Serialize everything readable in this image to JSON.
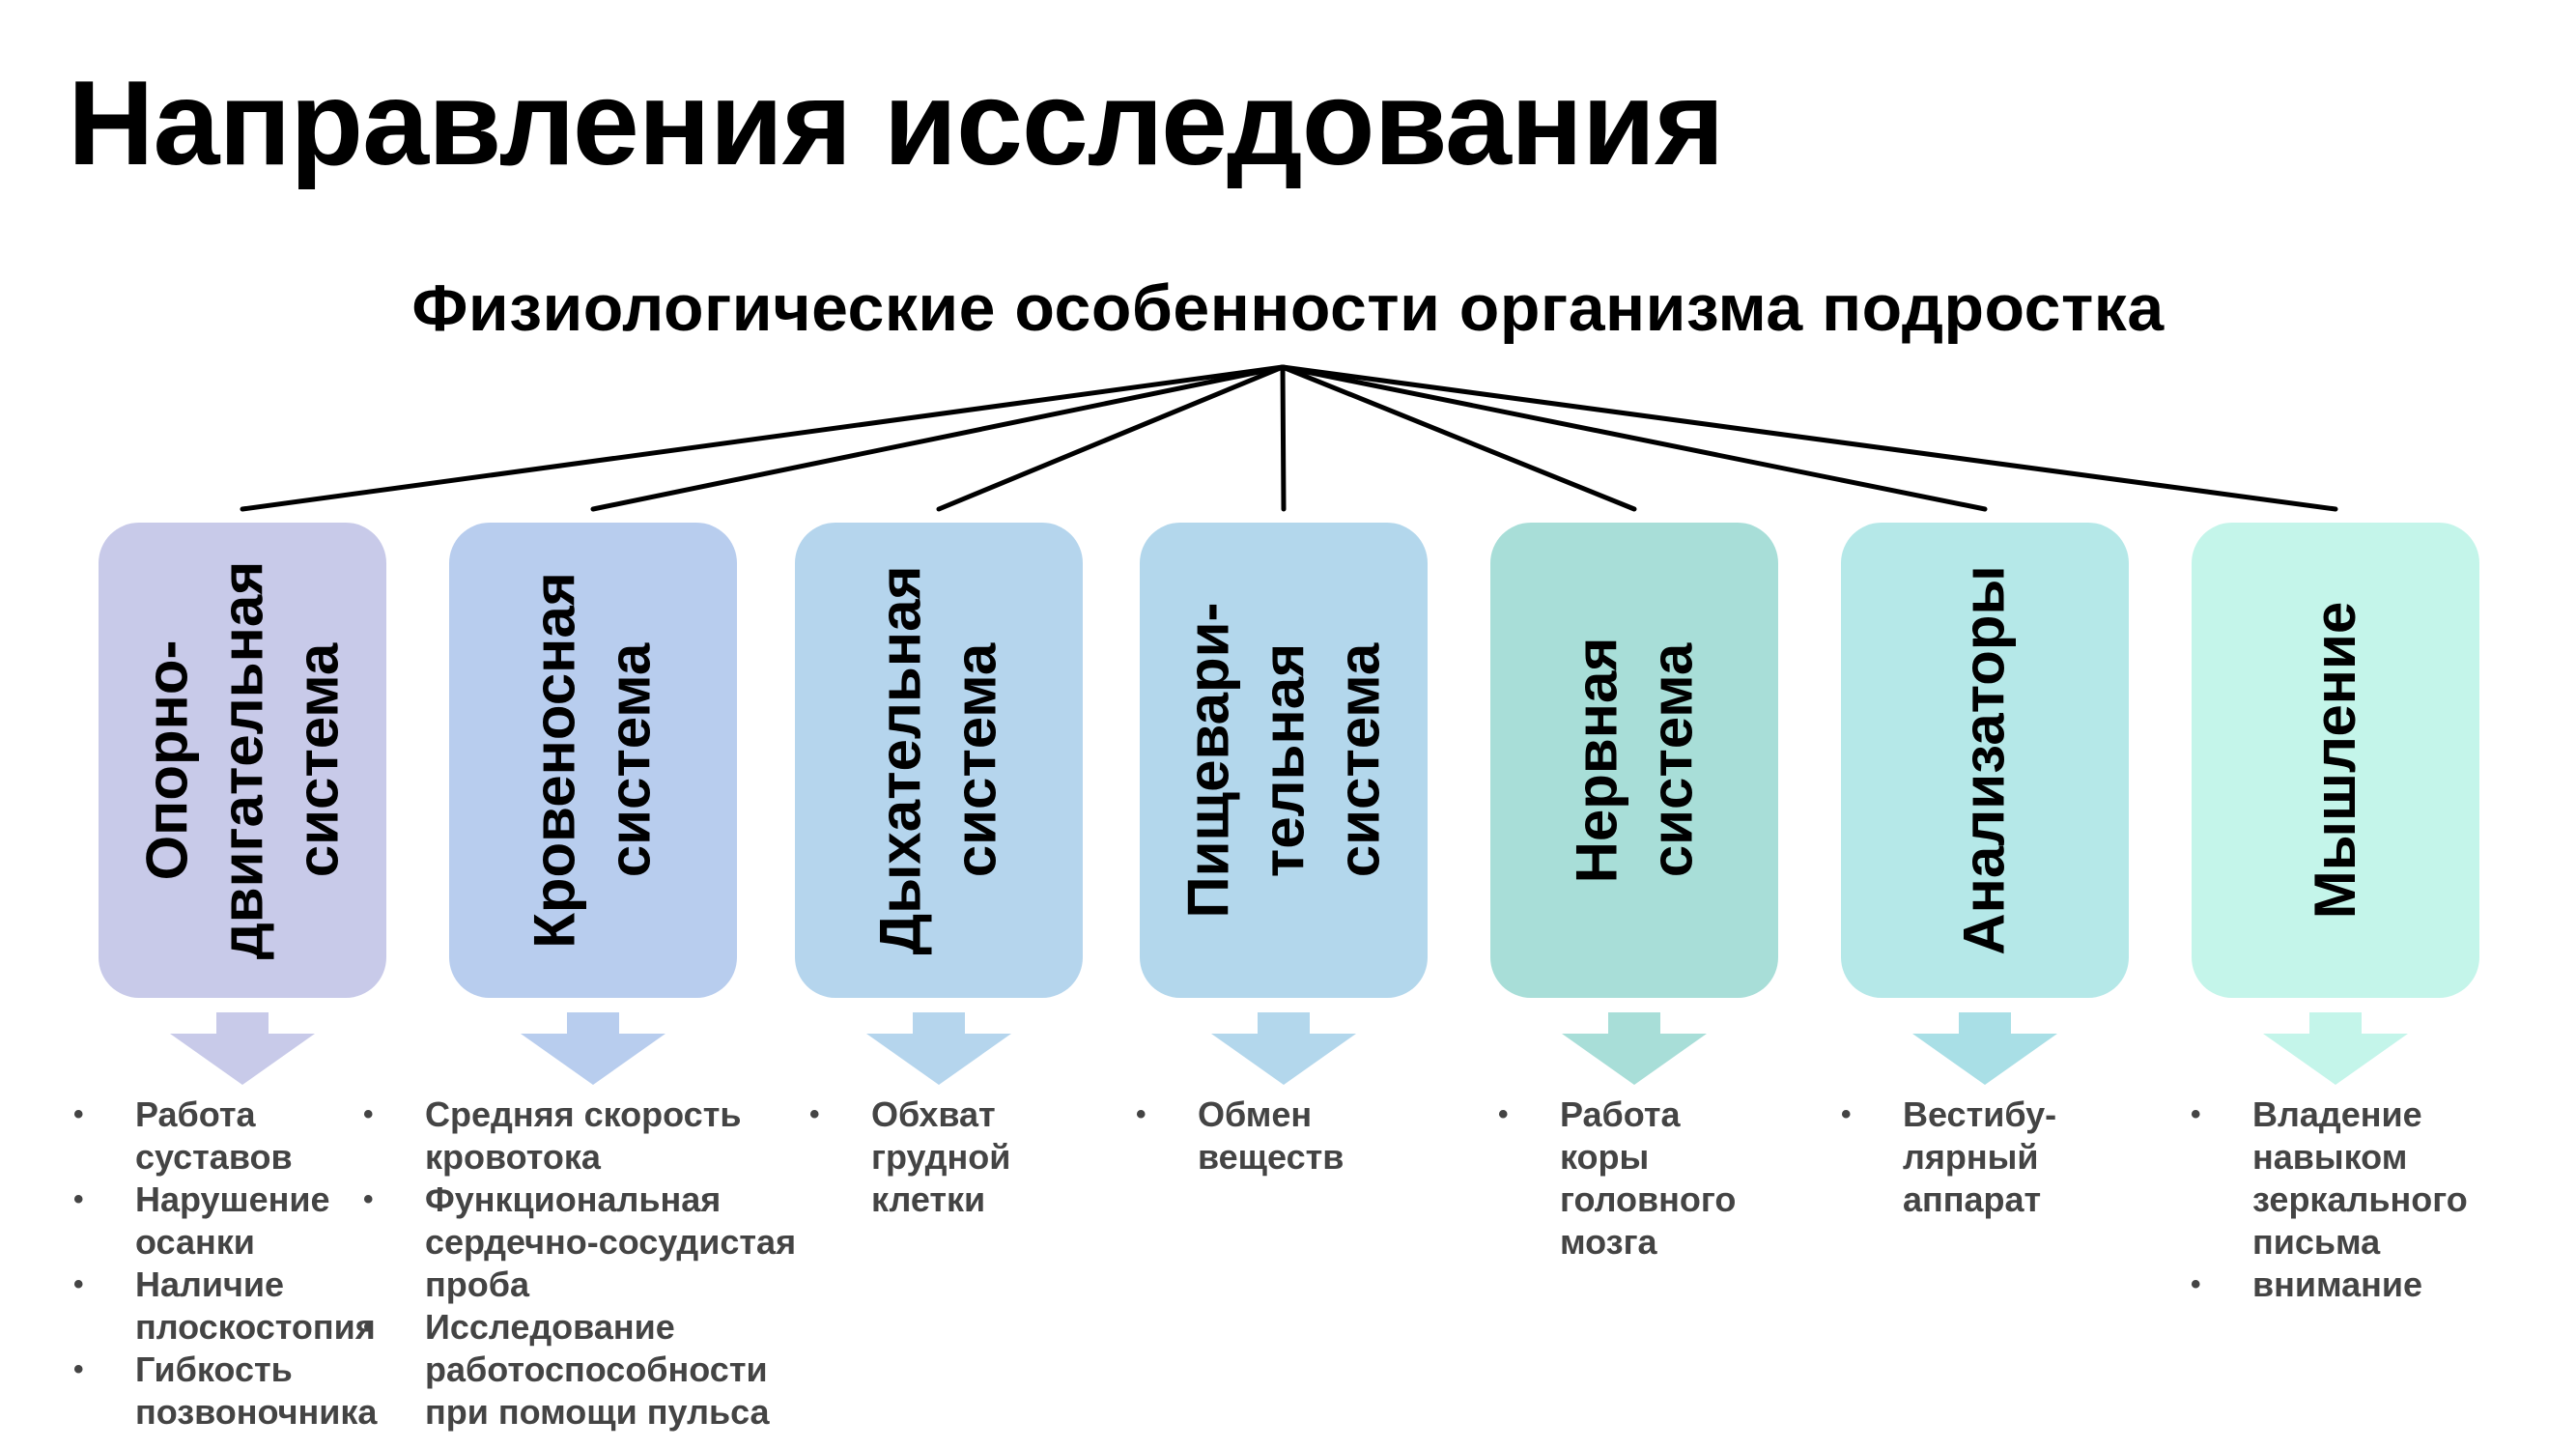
{
  "title": "Направления исследования",
  "root": "Физиологические особенности организма подростка",
  "nodes": [
    {
      "label": [
        "Опорно-",
        "двигательная",
        "система"
      ],
      "color": "#c8cae9",
      "arrow_color": "#c8cae9",
      "bullets": [
        [
          "Работа",
          "суставов"
        ],
        [
          "Нарушение",
          "осанки"
        ],
        [
          "Наличие",
          "плоскостопия"
        ],
        [
          "Гибкость",
          "позвоночника"
        ]
      ]
    },
    {
      "label": [
        "Кровеносная",
        "система"
      ],
      "color": "#b8cdee",
      "arrow_color": "#b8cdee",
      "bullets": [
        [
          "Средняя скорость",
          "кровотока"
        ],
        [
          "Функциональная",
          "сердечно-сосудистая",
          "проба"
        ],
        [
          "Исследование",
          "работоспособности",
          "при помощи пульса"
        ]
      ]
    },
    {
      "label": [
        "Дыхательная",
        "система"
      ],
      "color": "#b5d5ed",
      "arrow_color": "#b5d5ed",
      "bullets": [
        [
          "Обхват",
          "грудной",
          "клетки"
        ]
      ]
    },
    {
      "label": [
        "Пищевари-",
        "тельная",
        "система"
      ],
      "color": "#b3d7ec",
      "arrow_color": "#b3d7ec",
      "bullets": [
        [
          "Обмен",
          "веществ"
        ]
      ]
    },
    {
      "label": [
        "Нервная",
        "система"
      ],
      "color": "#a8ded8",
      "arrow_color": "#a8ded8",
      "bullets": [
        [
          "Работа",
          "коры",
          "головного",
          "мозга"
        ]
      ]
    },
    {
      "label": [
        "Анализаторы"
      ],
      "color": "#b5e8e8",
      "arrow_color": "#a9dfe6",
      "bullets": [
        [
          "Вестибу-",
          "лярный",
          "аппарат"
        ]
      ]
    },
    {
      "label": [
        "Мышление"
      ],
      "color": "#c4f5ea",
      "arrow_color": "#c4f5ea",
      "bullets": [
        [
          "Владение",
          "навыком",
          "зеркального",
          "письма"
        ],
        [
          "внимание"
        ]
      ]
    }
  ],
  "line_color": "#000000"
}
